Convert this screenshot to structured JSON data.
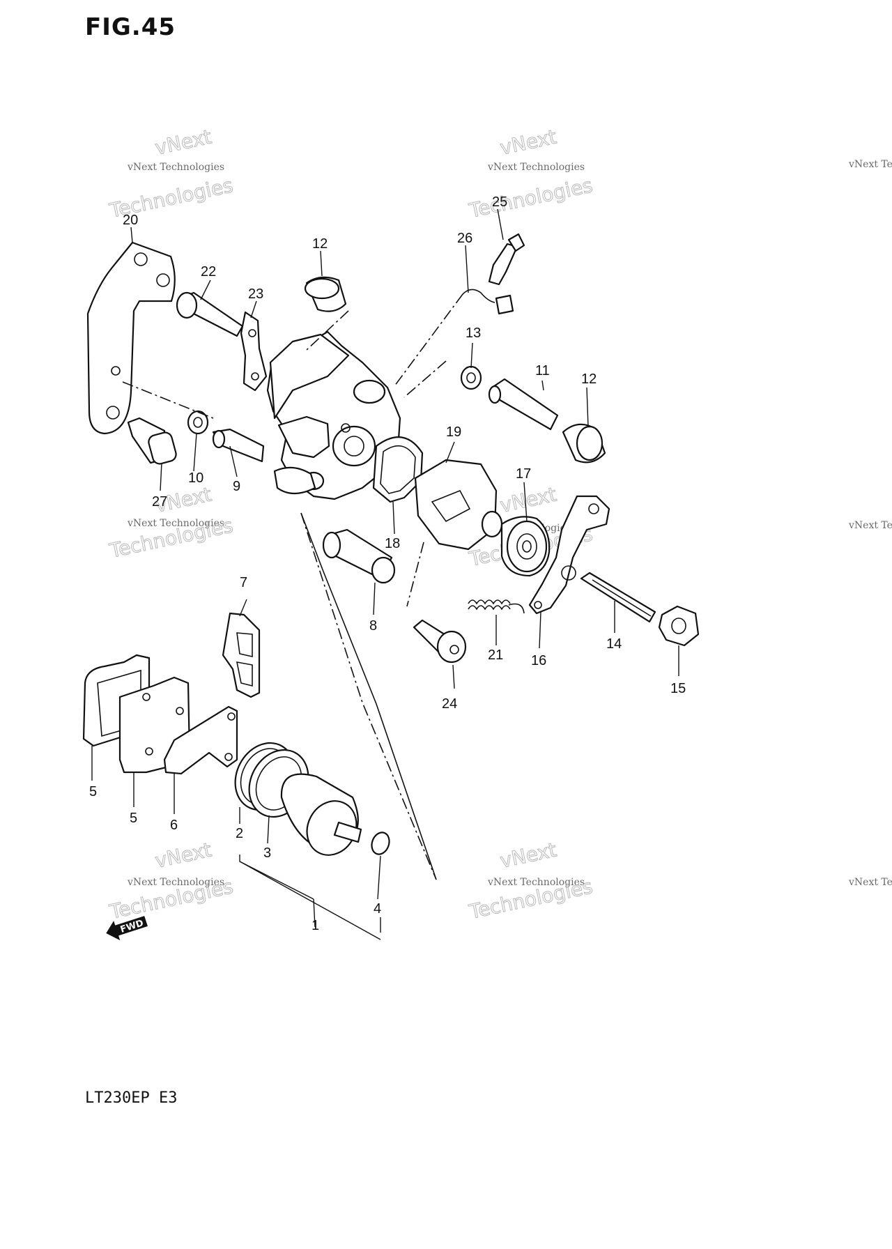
{
  "figure": {
    "title": "FIG.45",
    "model": "LT230EP  E3"
  },
  "fwd_label": "FWD",
  "watermark": {
    "line1": "vNext Technologies",
    "line2": "vNext",
    "line3": "Technologies"
  },
  "callouts": [
    "1",
    "2",
    "3",
    "4",
    "5",
    "5",
    "6",
    "7",
    "8",
    "9",
    "10",
    "11",
    "12",
    "12",
    "13",
    "14",
    "15",
    "16",
    "17",
    "18",
    "19",
    "20",
    "21",
    "22",
    "23",
    "24",
    "25",
    "26",
    "27"
  ]
}
